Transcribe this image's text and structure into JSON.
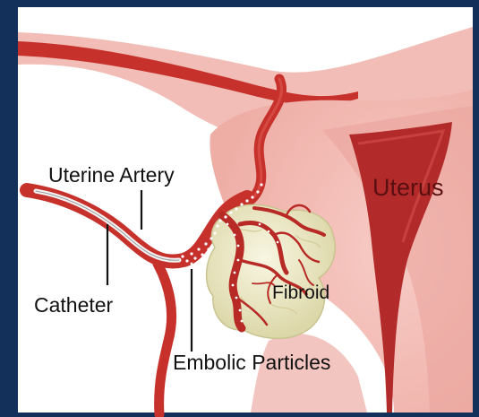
{
  "labels": {
    "uterine_artery": "Uterine Artery",
    "uterus": "Uterus",
    "catheter": "Catheter",
    "fibroid": "Fibroid",
    "embolic_particles": "Embolic Particles"
  },
  "colors": {
    "frame": "#13305a",
    "background": "#ffffff",
    "tissue": "#f4c3bd",
    "tissue_dark": "#e79f96",
    "artery": "#c7312c",
    "artery_dark": "#8e1d1b",
    "cavity": "#b32a2a",
    "fibroid": "#efeccb",
    "label_text": "#111111",
    "uterus_label": "#5a0f10"
  }
}
